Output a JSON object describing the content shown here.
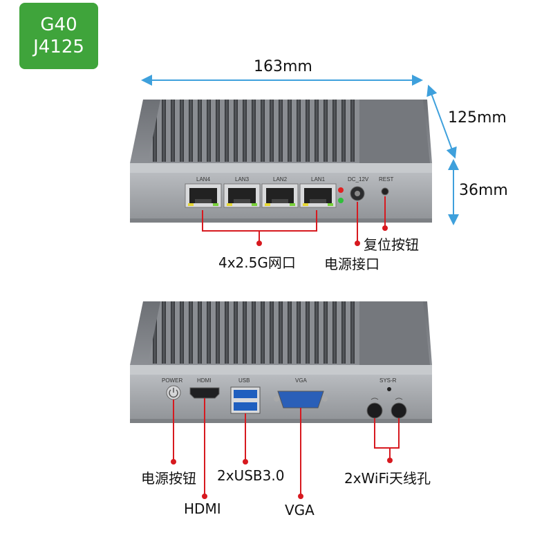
{
  "badge": {
    "line1": "G40",
    "line2": "J4125",
    "color": "#3fa43b"
  },
  "dimensions": {
    "width": "163mm",
    "depth": "125mm",
    "height": "36mm",
    "arrow_color": "#3ea0dc"
  },
  "front_panel": {
    "lan_ports": [
      "LAN4",
      "LAN3",
      "LAN2",
      "LAN1"
    ],
    "dc_label": "DC_12V",
    "reset_label": "REST"
  },
  "back_panel": {
    "power_label": "POWER",
    "hdmi_label": "HDMI",
    "usb_label": "USB",
    "vga_label": "VGA",
    "sysr_label": "SYS-R"
  },
  "callouts": {
    "lan": "4x2.5G网口",
    "dc": "电源接口",
    "reset": "复位按钮",
    "power": "电源按钮",
    "hdmi": "HDMI",
    "usb": "2xUSB3.0",
    "vga": "VGA",
    "wifi": "2xWiFi天线孔"
  },
  "colors": {
    "callout_line": "#d7191f",
    "case": "#9a9da1",
    "case_dark": "#4a4c50"
  }
}
